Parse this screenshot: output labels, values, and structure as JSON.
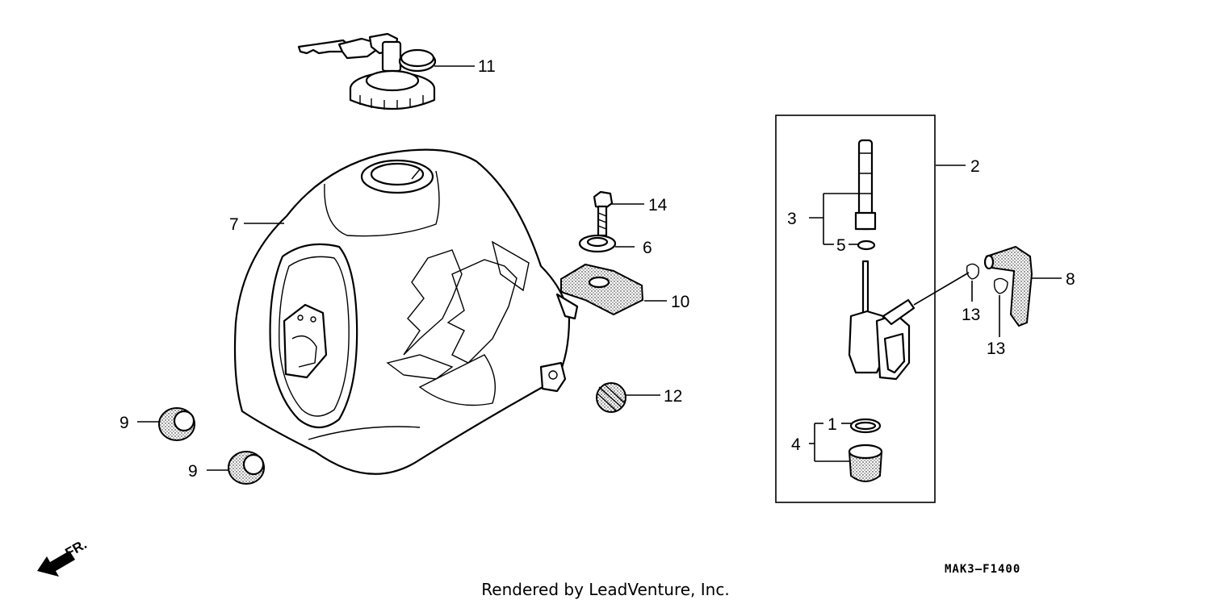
{
  "callouts": {
    "n1": "1",
    "n2": "2",
    "n3": "3",
    "n4": "4",
    "n5": "5",
    "n6": "6",
    "n7": "7",
    "n8": "8",
    "n9a": "9",
    "n9b": "9",
    "n10": "10",
    "n11": "11",
    "n12": "12",
    "n13a": "13",
    "n13b": "13",
    "n14": "14"
  },
  "direction_label": "FR.",
  "diagram_code": "MAK3–F1400",
  "credit": "Rendered by LeadVenture, Inc.",
  "colors": {
    "ink": "#000000",
    "paper": "#ffffff"
  }
}
